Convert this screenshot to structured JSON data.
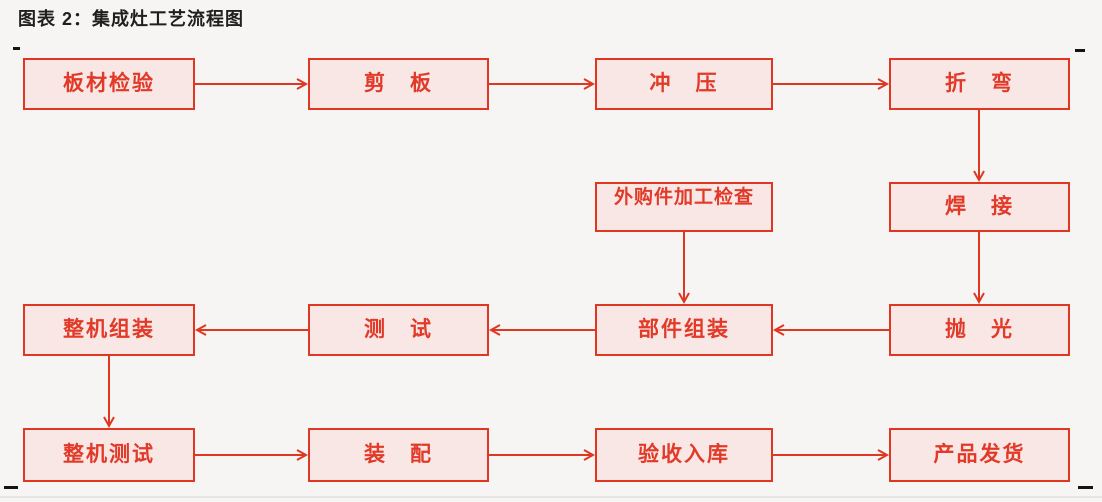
{
  "title": {
    "text": "图表 2：集成灶工艺流程图"
  },
  "colors": {
    "box_border": "#df3722",
    "box_fill": "#f8e7e5",
    "box_text": "#e23a28",
    "arrow": "#df3722",
    "title_text": "#1f1f1f",
    "background": "#f7f5f4"
  },
  "flowchart": {
    "nodes": {
      "sheet_inspection": {
        "label": "板材检验"
      },
      "shearing": {
        "label": "剪　板"
      },
      "stamping": {
        "label": "冲　压"
      },
      "bending": {
        "label": "折　弯"
      },
      "outsourced_parts_inspection": {
        "label": "外购件加工检查"
      },
      "welding": {
        "label": "焊　接"
      },
      "whole_machine_assembly": {
        "label": "整机组装"
      },
      "testing": {
        "label": "测　试"
      },
      "component_assembly": {
        "label": "部件组装"
      },
      "polishing": {
        "label": "抛　光"
      },
      "whole_machine_testing": {
        "label": "整机测试"
      },
      "final_assembly": {
        "label": "装　配"
      },
      "acceptance_warehousing": {
        "label": "验收入库"
      },
      "product_shipment": {
        "label": "产品发货"
      }
    },
    "edges": [
      {
        "from": "sheet_inspection",
        "to": "shearing"
      },
      {
        "from": "shearing",
        "to": "stamping"
      },
      {
        "from": "stamping",
        "to": "bending"
      },
      {
        "from": "bending",
        "to": "welding"
      },
      {
        "from": "welding",
        "to": "polishing"
      },
      {
        "from": "outsourced_parts_inspection",
        "to": "component_assembly"
      },
      {
        "from": "polishing",
        "to": "component_assembly"
      },
      {
        "from": "component_assembly",
        "to": "testing"
      },
      {
        "from": "testing",
        "to": "whole_machine_assembly"
      },
      {
        "from": "whole_machine_assembly",
        "to": "whole_machine_testing"
      },
      {
        "from": "whole_machine_testing",
        "to": "final_assembly"
      },
      {
        "from": "final_assembly",
        "to": "acceptance_warehousing"
      },
      {
        "from": "acceptance_warehousing",
        "to": "product_shipment"
      }
    ]
  }
}
